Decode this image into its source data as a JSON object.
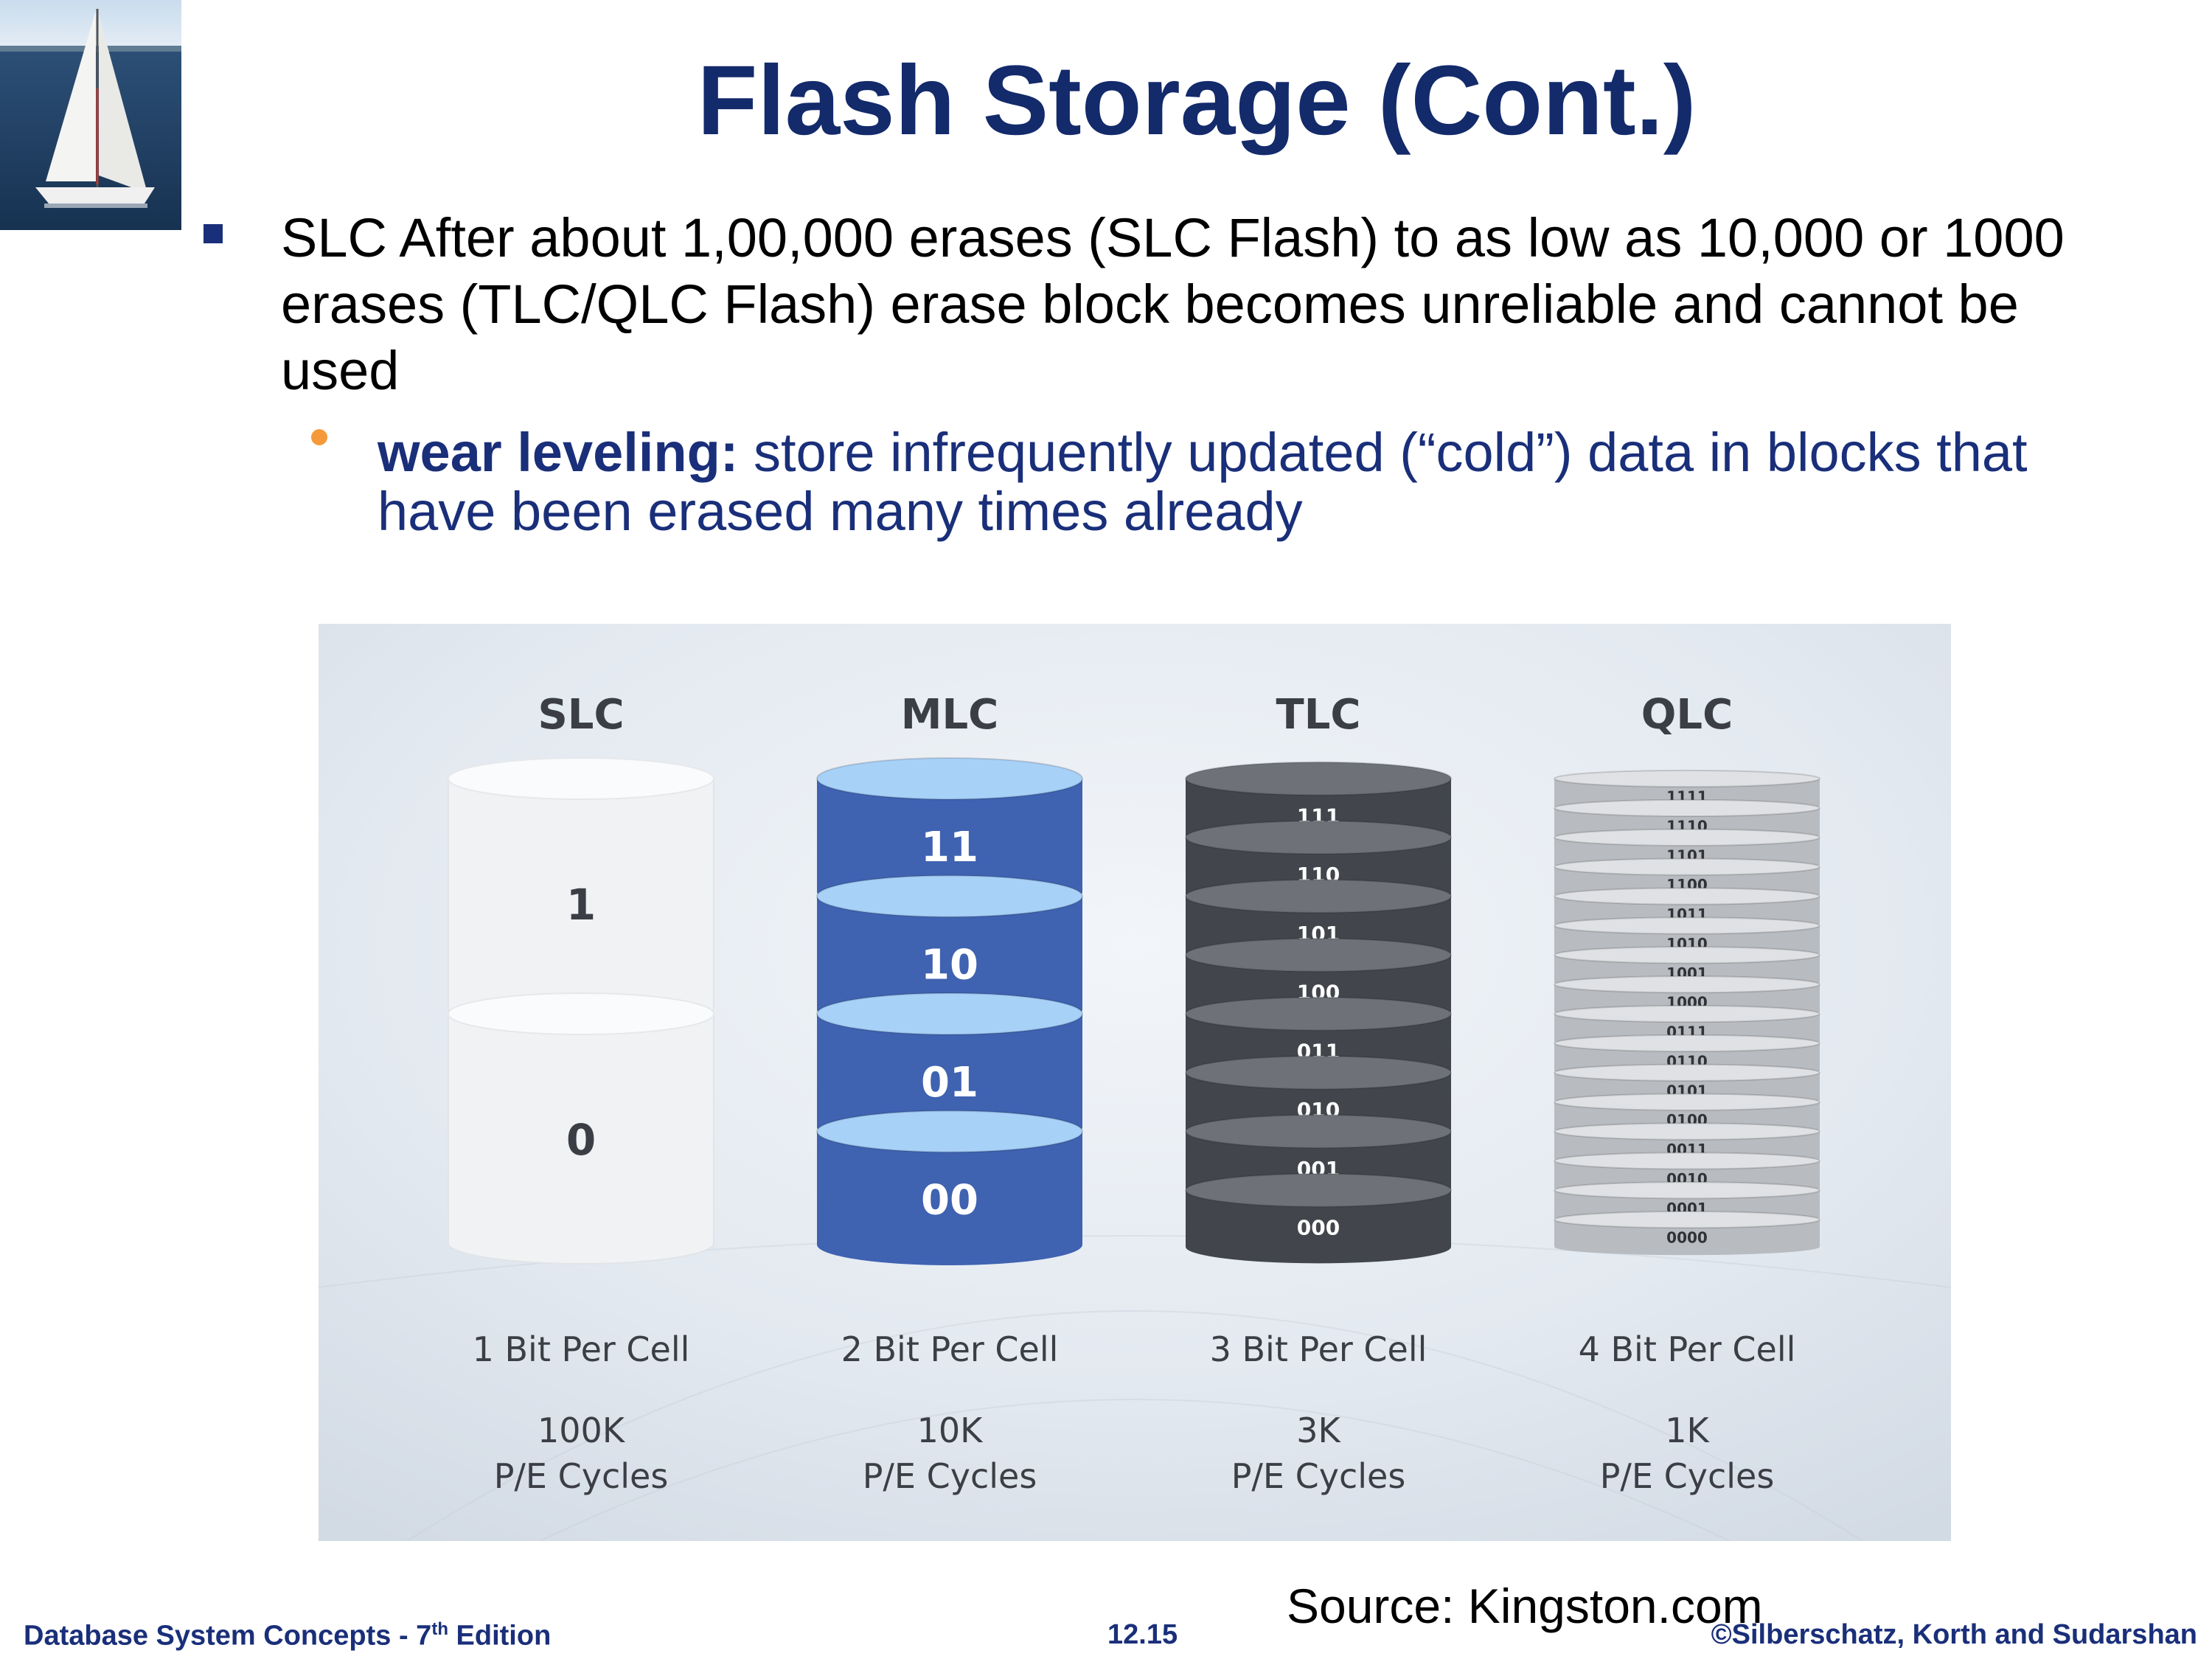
{
  "slide": {
    "title": "Flash Storage (Cont.)",
    "bullet_main": "SLC After about 1,00,000 erases (SLC Flash) to as low as 10,000 or 1000 erases  (TLC/QLC Flash) erase block becomes unreliable and cannot be used",
    "sub_bullet_term": "wear leveling:",
    "sub_bullet_text": " store infrequently updated (“cold”) data in blocks that have been erased many times already",
    "source": "Source: Kingston.com"
  },
  "figure": {
    "columns": [
      {
        "name": "SLC",
        "bits": "1 Bit Per Cell",
        "cycles": "100K",
        "cycles_unit": "P/E Cycles",
        "levels": [
          "1",
          "0"
        ],
        "style": "white"
      },
      {
        "name": "MLC",
        "bits": "2 Bit Per Cell",
        "cycles": "10K",
        "cycles_unit": "P/E Cycles",
        "levels": [
          "11",
          "10",
          "01",
          "00"
        ],
        "style": "blue"
      },
      {
        "name": "TLC",
        "bits": "3 Bit Per Cell",
        "cycles": "3K",
        "cycles_unit": "P/E Cycles",
        "levels": [
          "111",
          "110",
          "101",
          "100",
          "011",
          "010",
          "001",
          "000"
        ],
        "style": "dark"
      },
      {
        "name": "QLC",
        "bits": "4 Bit Per Cell",
        "cycles": "1K",
        "cycles_unit": "P/E Cycles",
        "levels": [
          "1111",
          "1110",
          "1101",
          "1100",
          "1011",
          "1010",
          "1001",
          "1000",
          "0111",
          "0110",
          "0101",
          "0100",
          "0011",
          "0010",
          "0001",
          "0000"
        ],
        "style": "light"
      }
    ],
    "colors": {
      "white_body": "#f1f2f4",
      "white_top": "#fafbfc",
      "blue_body": "#3f62b1",
      "blue_top": "#a8d1f8",
      "dark_body": "#42464c",
      "dark_top": "#6e7278",
      "light_body": "#b8bbbf",
      "light_top": "#dfe1e4"
    }
  },
  "footer": {
    "book": "Database System Concepts - 7",
    "book_sup": "th",
    "book_suffix": " Edition",
    "page": "12.15",
    "copyright": "©Silberschatz, Korth and Sudarshan"
  }
}
